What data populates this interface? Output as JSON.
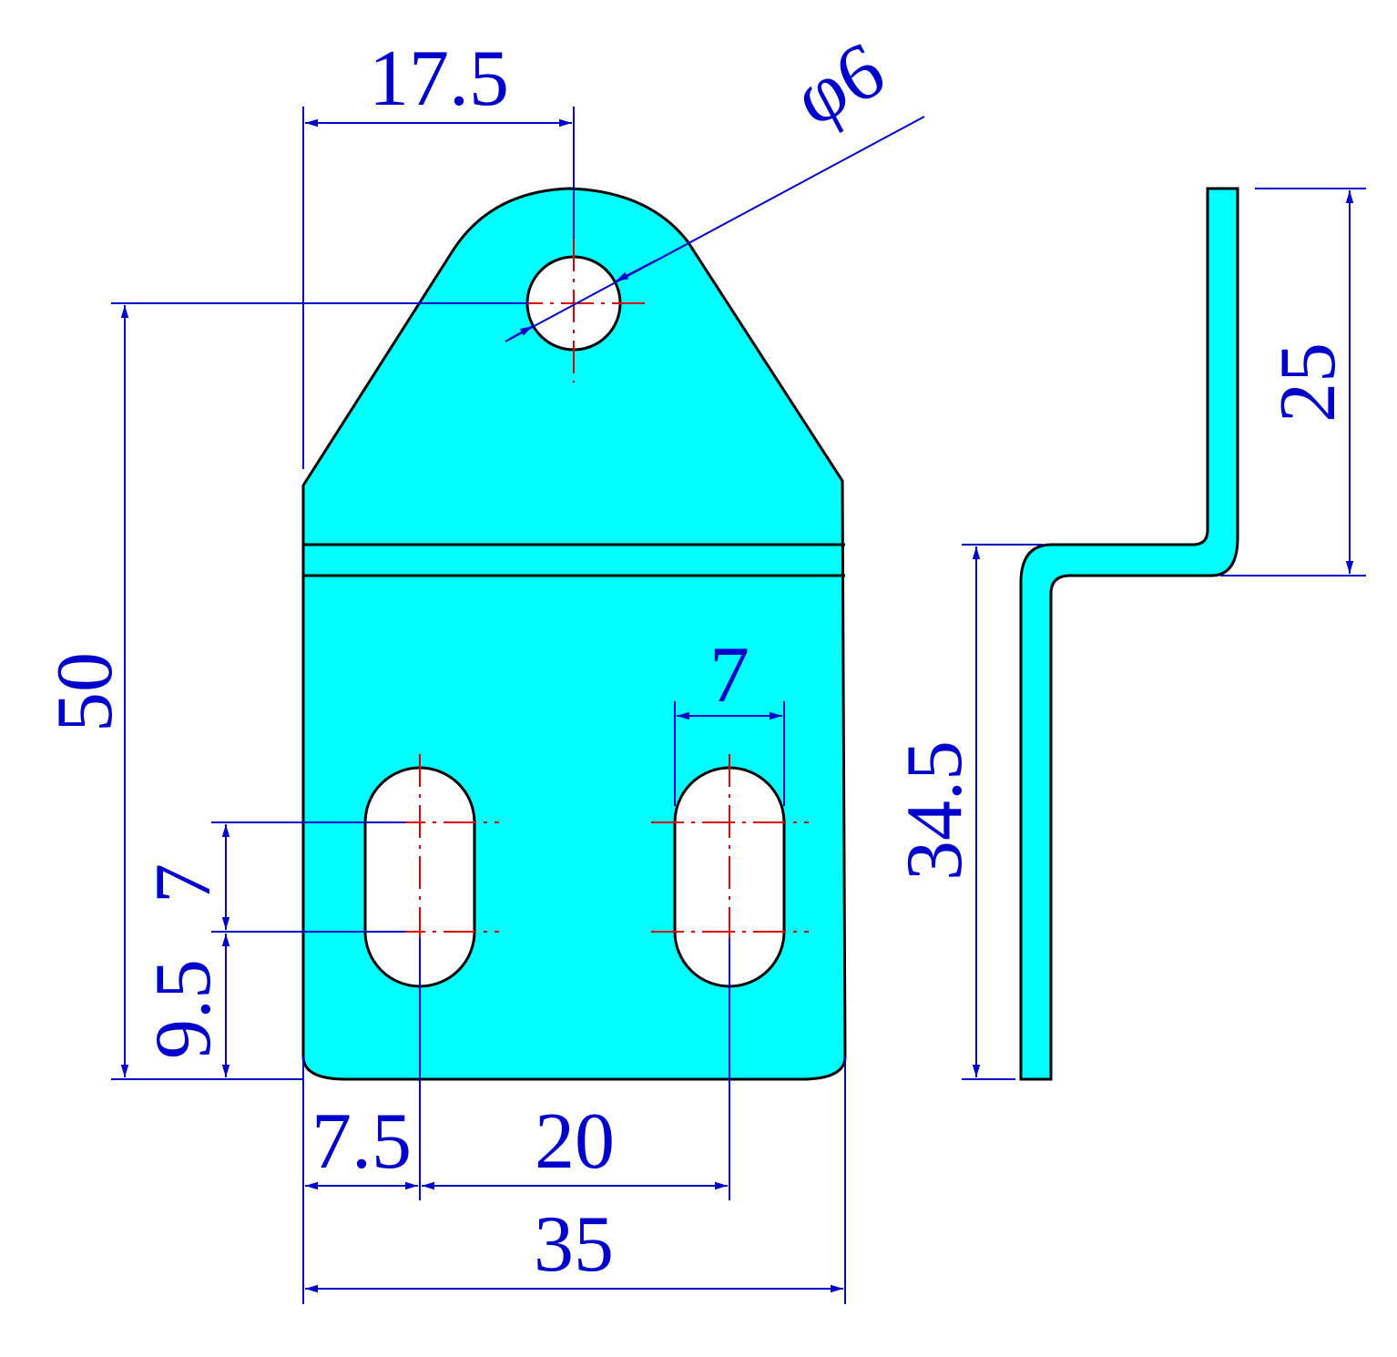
{
  "colors": {
    "part_fill": "#00ffff",
    "outline": "#000000",
    "dimension": "#0000cc",
    "centerline": "#dd0000",
    "background": "#ffffff"
  },
  "dimensions": {
    "top_hole_offset": "17.5",
    "hole_diameter": "φ6",
    "overall_height": "50",
    "slot_length": "7",
    "slot_bottom_offset": "9.5",
    "slot_width": "7",
    "left_slot_offset": "7.5",
    "slot_spacing": "20",
    "overall_width": "35",
    "side_lower_height": "34.5",
    "side_upper_height": "25"
  }
}
